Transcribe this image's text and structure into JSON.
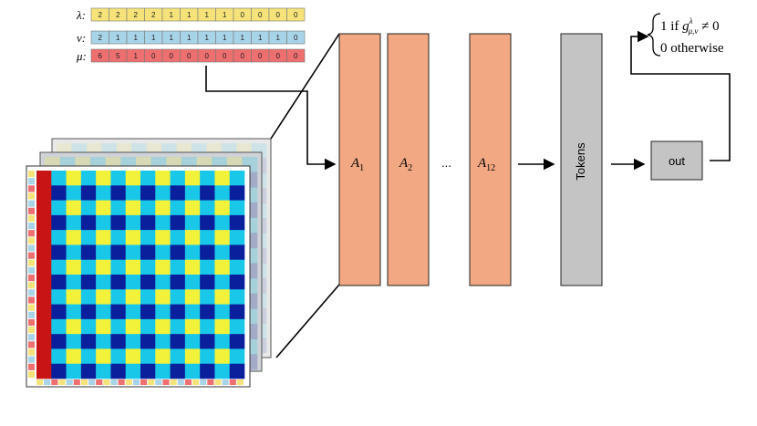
{
  "sequences": [
    {
      "symbol": "λ:",
      "color": "#f5e37a",
      "values": [
        "2",
        "2",
        "2",
        "2",
        "1",
        "1",
        "1",
        "1",
        "0",
        "0",
        "0",
        "0"
      ]
    },
    {
      "symbol": "ν:",
      "color": "#a8d4e8",
      "values": [
        "2",
        "1",
        "1",
        "1",
        "1",
        "1",
        "1",
        "1",
        "1",
        "1",
        "1",
        "0"
      ]
    },
    {
      "symbol": "μ:",
      "color": "#ee6f6f",
      "values": [
        "6",
        "5",
        "1",
        "0",
        "0",
        "0",
        "0",
        "0",
        "0",
        "0",
        "0",
        "0"
      ]
    }
  ],
  "layers": [
    {
      "name": "A",
      "sub": "1"
    },
    {
      "name": "A",
      "sub": "2"
    },
    {
      "name": "A",
      "sub": "12"
    }
  ],
  "ellipsis": "...",
  "tokens_label": "Tokens",
  "out_label": "out",
  "condition": {
    "line1_prefix": "1 if ",
    "g": "g",
    "g_sup": "λ",
    "g_sub": "μ,ν",
    "line1_suffix": " ≠ 0",
    "line2": "0 otherwise"
  },
  "colors": {
    "layer_fill": "#f2a882",
    "tokens_fill": "#c4c4c4",
    "out_fill": "#c4c4c4",
    "heatmap_dark": "#0a1f9c",
    "heatmap_cyan": "#19c8e8",
    "heatmap_yellow": "#f2f23a",
    "heatmap_red": "#c81414"
  }
}
